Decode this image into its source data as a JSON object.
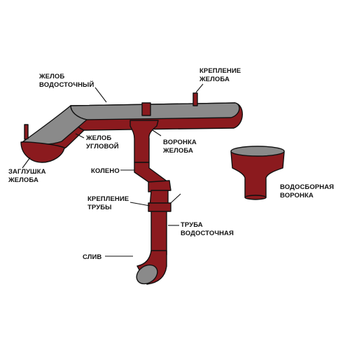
{
  "colors": {
    "metal": "#8b1a1e",
    "metal_dark": "#5e1013",
    "metal_light": "#a52a2e",
    "inner": "#8a8a8a",
    "inner_light": "#a3a3a3",
    "outline": "#111111",
    "background": "#ffffff"
  },
  "labels": {
    "gutter": {
      "line1": "ЖЕЛОБ",
      "line2": "ВОДОСТОЧНЫЙ"
    },
    "gutter_bracket": {
      "line1": "КРЕПЛЕНИЕ",
      "line2": "ЖЕЛОБА"
    },
    "corner_gutter": {
      "line1": "ЖЕЛОБ",
      "line2": "УГЛОВОЙ"
    },
    "gutter_funnel": {
      "line1": "ВОРОНКА",
      "line2": "ЖЕЛОБА"
    },
    "end_cap": {
      "line1": "ЗАГЛУШКА",
      "line2": "ЖЕЛОБА"
    },
    "elbow": {
      "line1": "КОЛЕНО"
    },
    "pipe_bracket": {
      "line1": "КРЕПЛЕНИЕ",
      "line2": "ТРУБЫ"
    },
    "downpipe": {
      "line1": "ТРУБА",
      "line2": "ВОДОСТОЧНАЯ"
    },
    "collector_funnel": {
      "line1": "ВОДОСБОРНАЯ",
      "line2": "ВОРОНКА"
    },
    "outlet": {
      "line1": "СЛИВ"
    }
  }
}
